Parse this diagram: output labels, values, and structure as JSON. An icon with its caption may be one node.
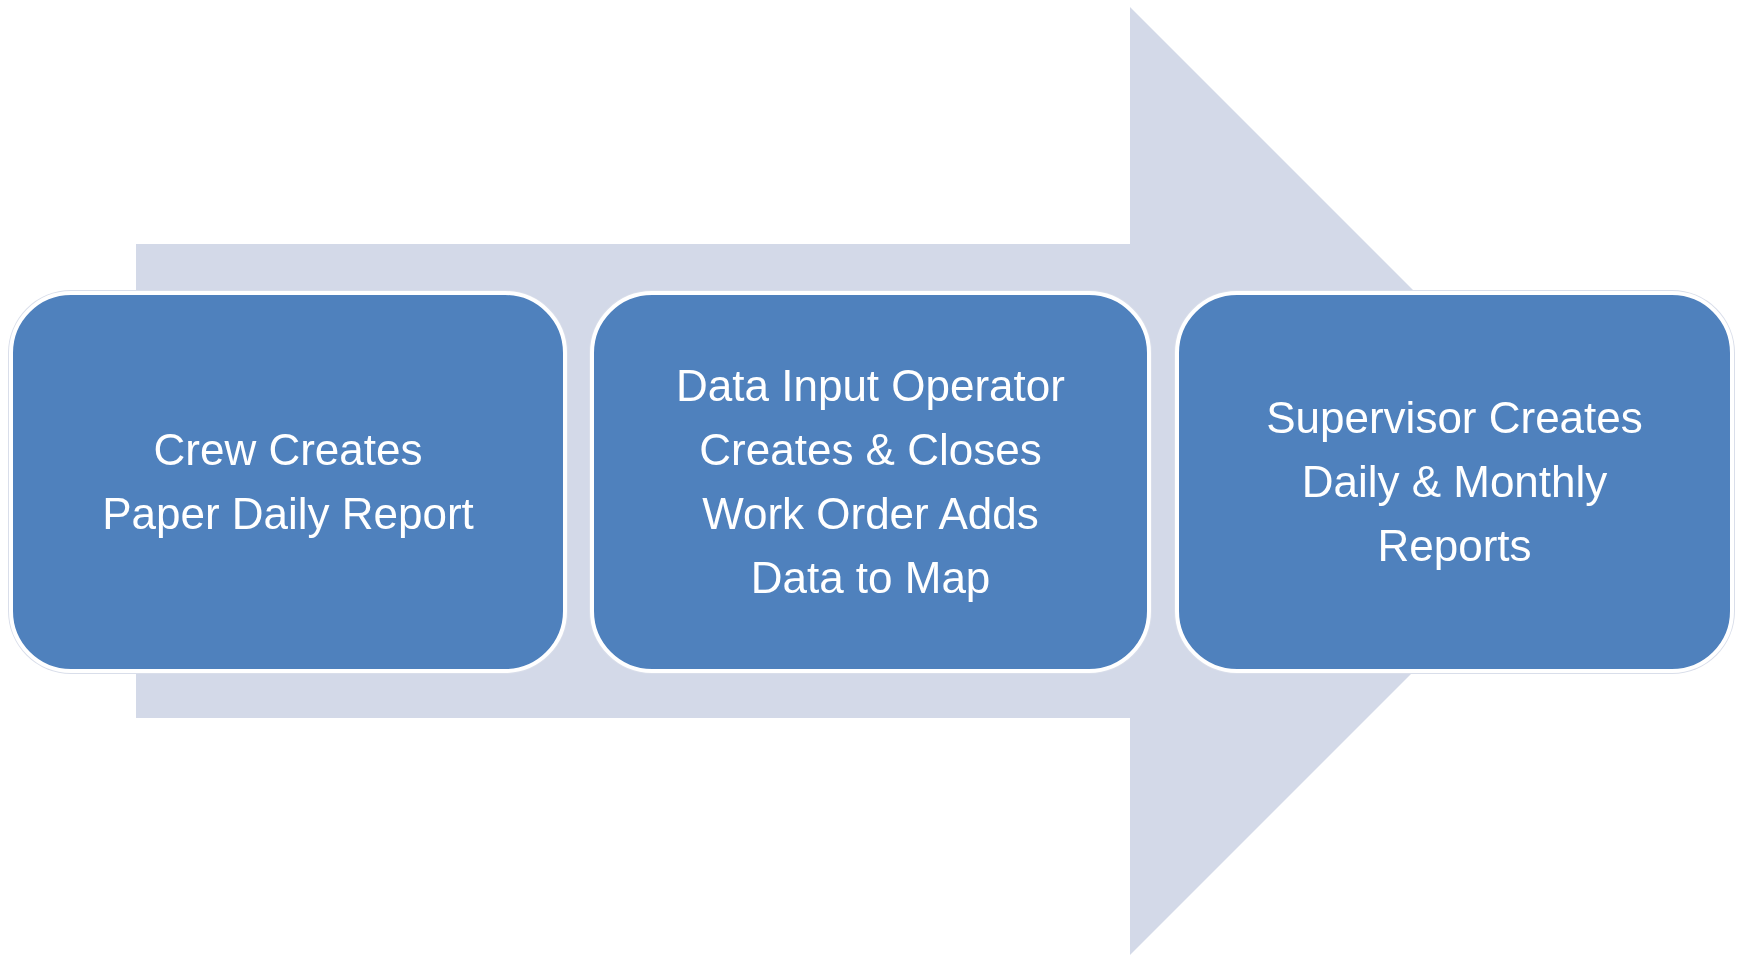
{
  "diagram": {
    "nodes": [
      {
        "text": [
          "Crew Creates Paper Daily Report"
        ]
      },
      {
        "text": [
          "Data Input Operator Creates & Closes Work Order Adds Data to Map"
        ]
      },
      {
        "text": [
          "Supervisor Creates Daily & Monthly Reports"
        ]
      }
    ],
    "edges": [
      {
        "from": 0,
        "to": 2,
        "arrow": "to"
      }
    ]
  }
}
